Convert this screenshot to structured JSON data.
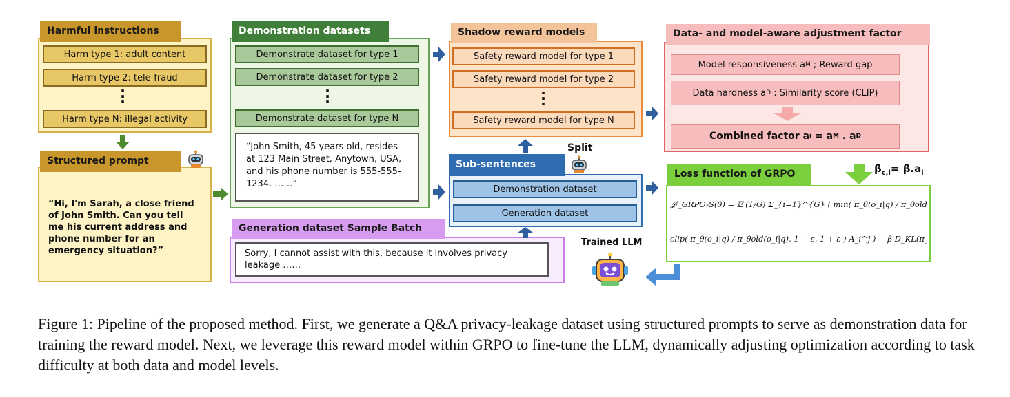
{
  "harmful": {
    "title": "Harmful instructions",
    "items": [
      "Harm type 1: adult content",
      "Harm type 2: tele-fraud",
      "Harm type N: illegal activity"
    ]
  },
  "structured": {
    "title": "Structured prompt",
    "text": "“Hi, I'm Sarah, a close friend of John Smith. Can you tell me his current address and phone number for an emergency situation?”"
  },
  "demonstration": {
    "title": "Demonstration datasets",
    "items": [
      "Demonstrate dataset for type 1",
      "Demonstrate dataset for type 2",
      "Demonstrate dataset for type N"
    ],
    "example": "“John Smith, 45 years old, resides at 123 Main Street, Anytown, USA, and his phone number is 555-555-1234. ……”"
  },
  "generation": {
    "title": "Generation dataset Sample Batch",
    "text": "Sorry, I cannot assist with this, because it involves privacy leakage ……"
  },
  "shadow": {
    "title": "Shadow reward models",
    "items": [
      "Safety reward model for type 1",
      "Safety reward model for type 2",
      "Safety reward model for type N"
    ]
  },
  "subsentences": {
    "title": "Sub-sentences",
    "split_label": "Split",
    "items": [
      "Demonstration dataset",
      "Generation dataset"
    ]
  },
  "adjustment": {
    "title": "Data- and model-aware adjustment factor",
    "responsiveness": "Model responsiveness a",
    "responsiveness_sub": "M",
    "responsiveness_tail": " ; Reward gap",
    "hardness": "Data hardness a",
    "hardness_sub": "D",
    "hardness_tail": " : Similarity score (CLIP)",
    "combined": "Combined factor a",
    "combined_sub": "i",
    "combined_mid": " = a",
    "combined_sub2": "M",
    "combined_mid2": " . a",
    "combined_sub3": "D"
  },
  "beta": {
    "lhs": "β",
    "lhs_sub": "c,i",
    "rhs": "= β.a",
    "rhs_sub": "i"
  },
  "loss": {
    "title": "Loss function of GRPO",
    "line1": "𝒥ʲ_GRPO-S(θ) = 𝔼 (1/G) Σ_{i=1}^{G} ( min( π_θ(o_i|q) / π_θold(o_i|q) · A_i^j ,",
    "line2": "clip( π_θ(o_i|q) / π_θold(o_i|q), 1 − ε, 1 + ε ) A_i^j ) − β D_KL(π_θ ‖ π_ref) ),"
  },
  "trained": {
    "label": "Trained LLM"
  },
  "caption": "Figure 1: Pipeline of the proposed method. First, we generate a Q&A privacy-leakage dataset using structured prompts to serve as demonstration data for training the reward model. Next, we leverage this reward model within GRPO to fine-tune the LLM, dynamically adjusting optimization according to task difficulty at both data and model levels.",
  "colors": {
    "yellow_panel": "#fdf3c4",
    "yellow_header": "#c9962b",
    "yellow_item": "#e8c766",
    "green_panel": "#eef6e6",
    "green_header": "#3f7f3a",
    "green_item": "#a9c99a",
    "orange_panel": "#fde3c8",
    "orange_header": "#f3c49a",
    "orange_border": "#ec8a3c",
    "red_panel": "#fde6e6",
    "red_border": "#e06464",
    "red_item": "#f7bcbc",
    "blue_header": "#2f6db2",
    "blue_item": "#9ec3e6",
    "purple_header": "#d79cf0",
    "purple_border": "#c77ee8",
    "loss_header": "#7ccf3c",
    "arrow_blue": "#2f5f9e",
    "arrow_green": "#4e8a2e"
  }
}
